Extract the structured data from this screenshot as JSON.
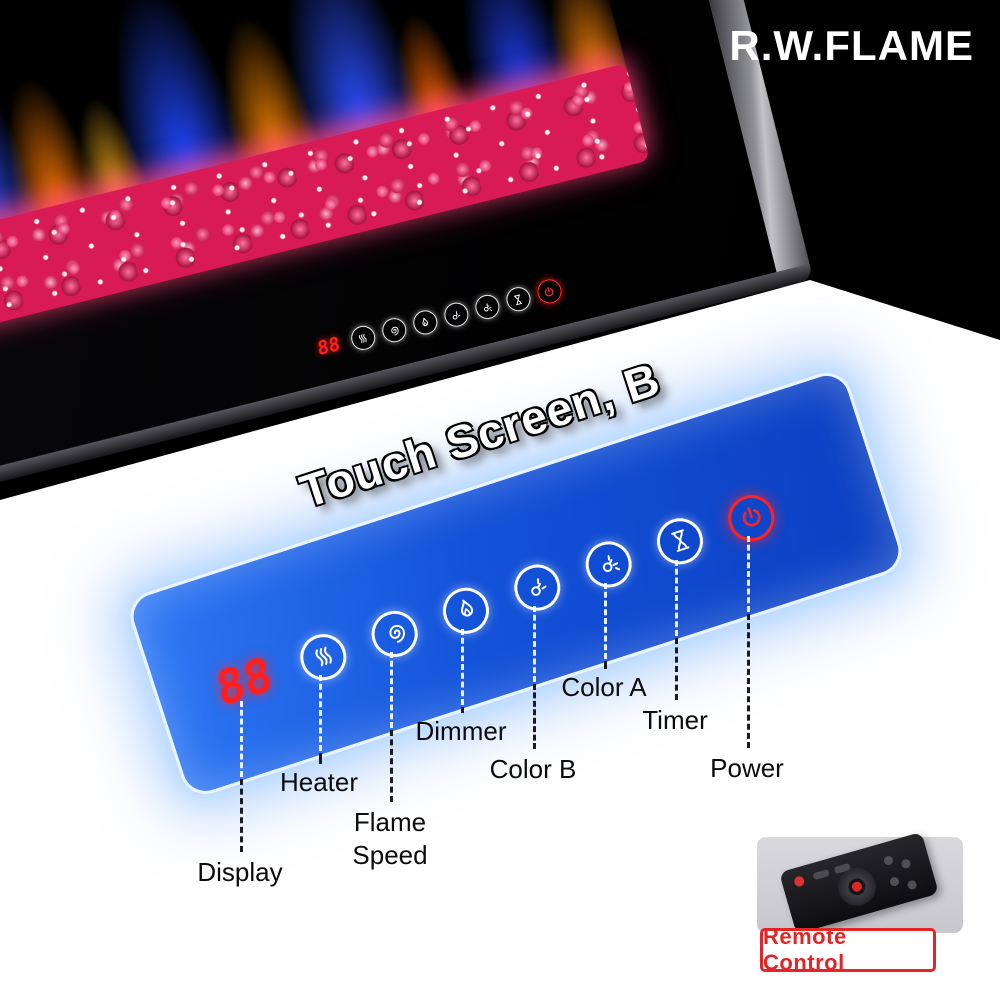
{
  "brand": "R.W.FLAME",
  "panel": {
    "title": "Touch Screen, B",
    "display_value": "88"
  },
  "fireplace": {
    "display_value": "88"
  },
  "controls": [
    {
      "id": "display",
      "label": "Display"
    },
    {
      "id": "heater",
      "label": "Heater"
    },
    {
      "id": "flame-speed",
      "label": "Flame Speed"
    },
    {
      "id": "dimmer",
      "label": "Dimmer"
    },
    {
      "id": "color-b",
      "label": "Color B"
    },
    {
      "id": "color-a",
      "label": "Color A"
    },
    {
      "id": "timer",
      "label": "Timer"
    },
    {
      "id": "power",
      "label": "Power"
    }
  ],
  "remote": {
    "label": "Remote Control"
  },
  "colors": {
    "panel_blue": "#1352d8",
    "display_red": "#ff1f1f",
    "power_red": "#ff2222",
    "label_red": "#e42525",
    "background_top": "#000000",
    "background_bottom": "#ffffff"
  }
}
